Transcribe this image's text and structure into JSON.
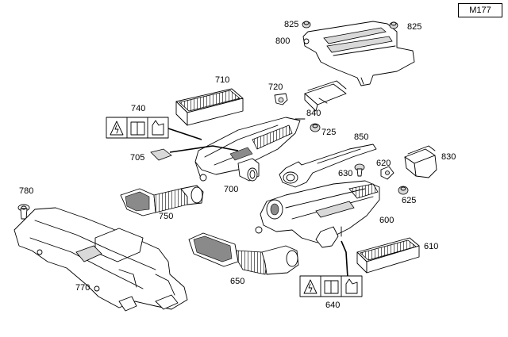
{
  "diagram_code": "M177",
  "labels": {
    "l825a": "825",
    "l825b": "825",
    "l800": "800",
    "l710": "710",
    "l720": "720",
    "l740": "740",
    "l840": "840",
    "l725": "725",
    "l850": "850",
    "l830": "830",
    "l705": "705",
    "l620": "620",
    "l630": "630",
    "l780": "780",
    "l700": "700",
    "l625": "625",
    "l750": "750",
    "l600": "600",
    "l610": "610",
    "l770": "770",
    "l650": "650",
    "l640": "640"
  }
}
